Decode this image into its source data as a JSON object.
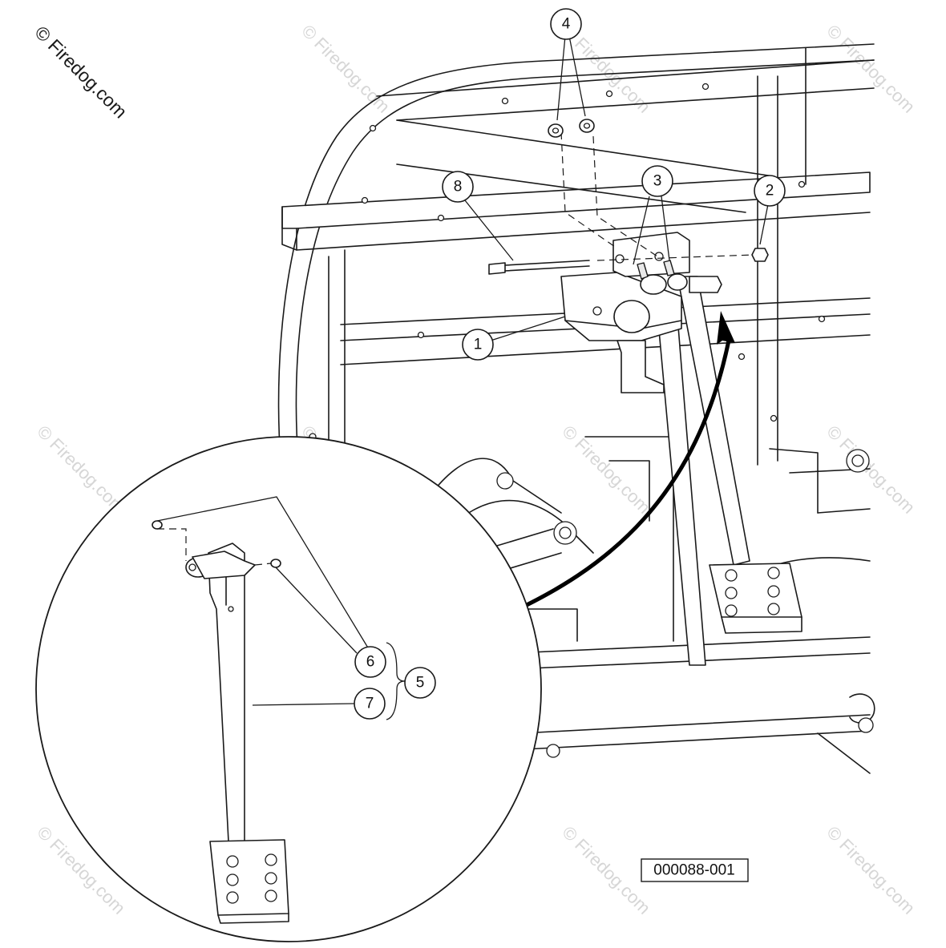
{
  "copyright": "© Firedog.com",
  "watermark": "© Firedog.com",
  "reference_code": "000088-001",
  "callouts": [
    {
      "id": "c1",
      "label": "1"
    },
    {
      "id": "c2",
      "label": "2"
    },
    {
      "id": "c3",
      "label": "3"
    },
    {
      "id": "c4",
      "label": "4"
    },
    {
      "id": "c5",
      "label": "5"
    },
    {
      "id": "c6",
      "label": "6"
    },
    {
      "id": "c7",
      "label": "7"
    },
    {
      "id": "c8",
      "label": "8"
    }
  ],
  "colors": {
    "line": "#1a1a1a",
    "watermark": "#d6d6d6",
    "background": "#ffffff"
  }
}
